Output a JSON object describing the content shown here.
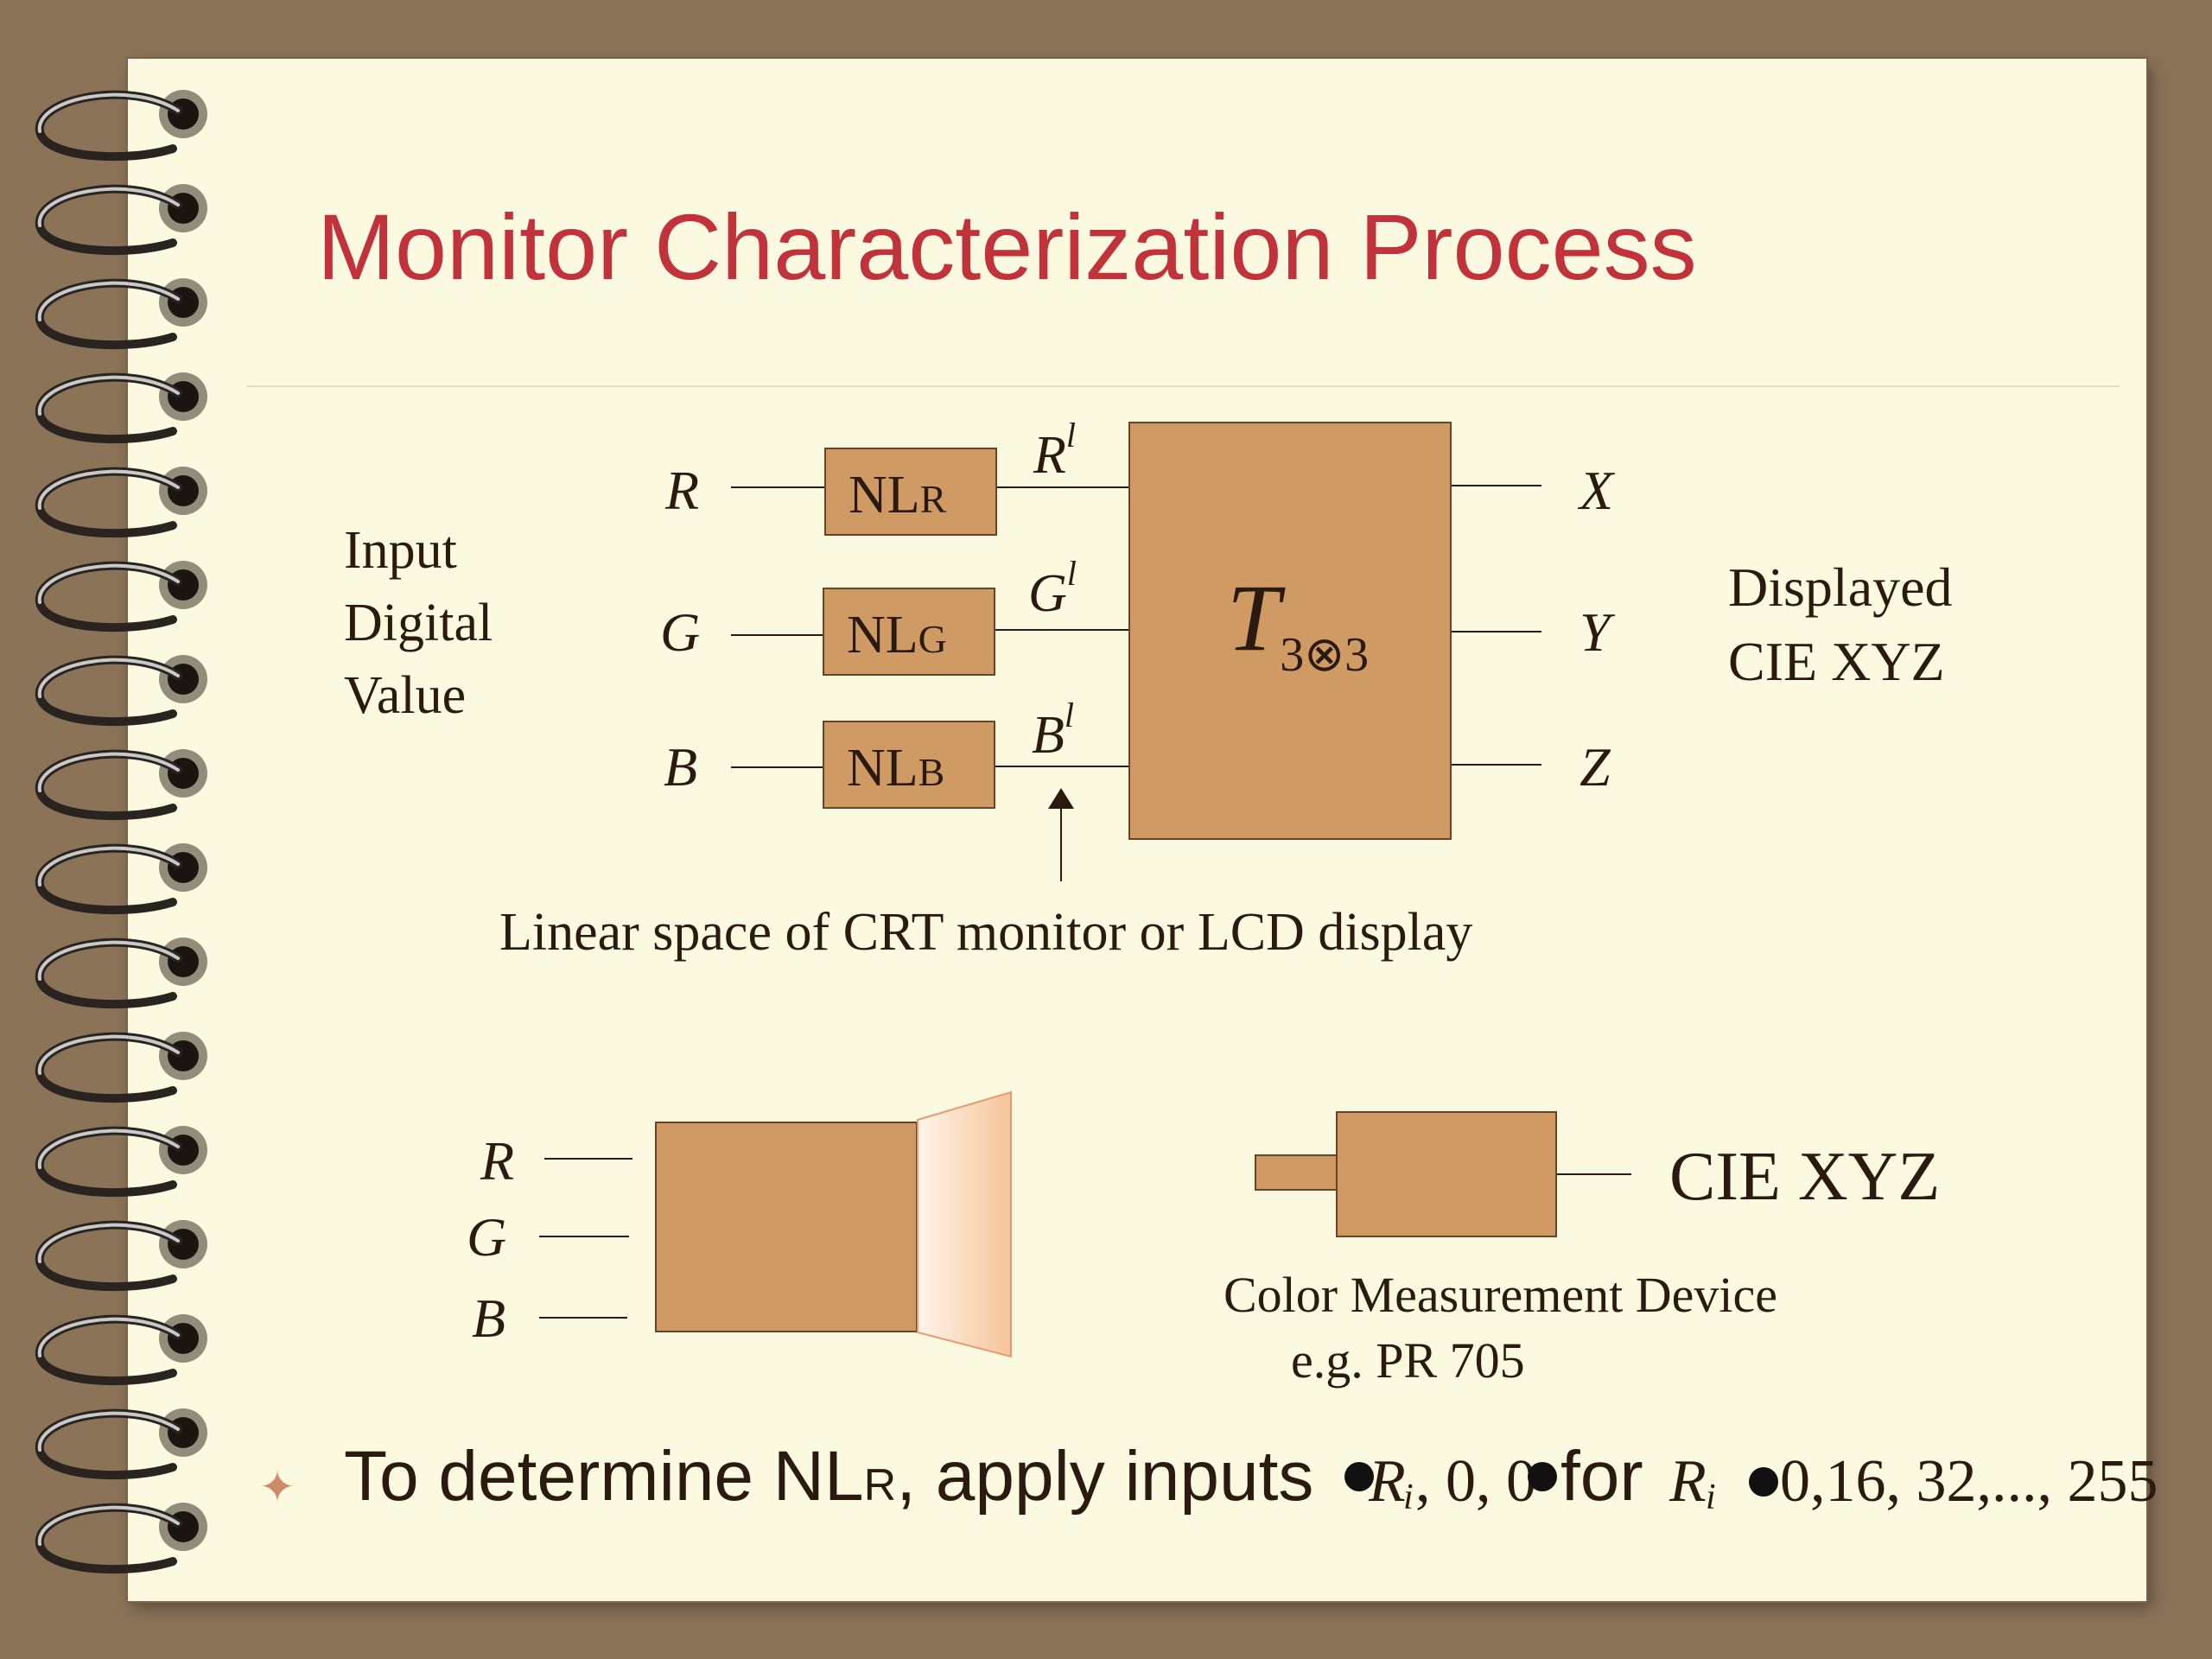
{
  "title": "Monitor Characterization Process",
  "diagram": {
    "input_label": [
      "Input",
      "Digital",
      "Value"
    ],
    "channels": [
      {
        "input": "R",
        "nl_main": "NL",
        "nl_sub": "R",
        "linear": "R",
        "prime": "l",
        "output": "X"
      },
      {
        "input": "G",
        "nl_main": "NL",
        "nl_sub": "G",
        "linear": "G",
        "prime": "l",
        "output": "Y"
      },
      {
        "input": "B",
        "nl_main": "NL",
        "nl_sub": "B",
        "linear": "B",
        "prime": "l",
        "output": "Z"
      }
    ],
    "matrix_main": "T",
    "matrix_sub": "3⊗3",
    "output_label": [
      "Displayed",
      "CIE XYZ"
    ],
    "linear_caption": "Linear space of CRT monitor or LCD display"
  },
  "setup": {
    "inputs": [
      "R",
      "G",
      "B"
    ],
    "output": "CIE XYZ",
    "device_caption": [
      "Color Measurement Device",
      "e.g. PR 705"
    ]
  },
  "bottom": {
    "prefix": "To determine NL",
    "prefix_sub": "R",
    "middle": ", apply inputs",
    "tuple_var": "R",
    "tuple_sub": "i",
    "tuple_rest": ", 0, 0",
    "for_word": "for",
    "var": "R",
    "var_sub": "i",
    "values": "0,16, 32,..., 255"
  },
  "colors": {
    "title": "#c2323a",
    "box_fill": "#d09a64",
    "page_bg": "#fbfae1",
    "frame": "#8b7358"
  }
}
